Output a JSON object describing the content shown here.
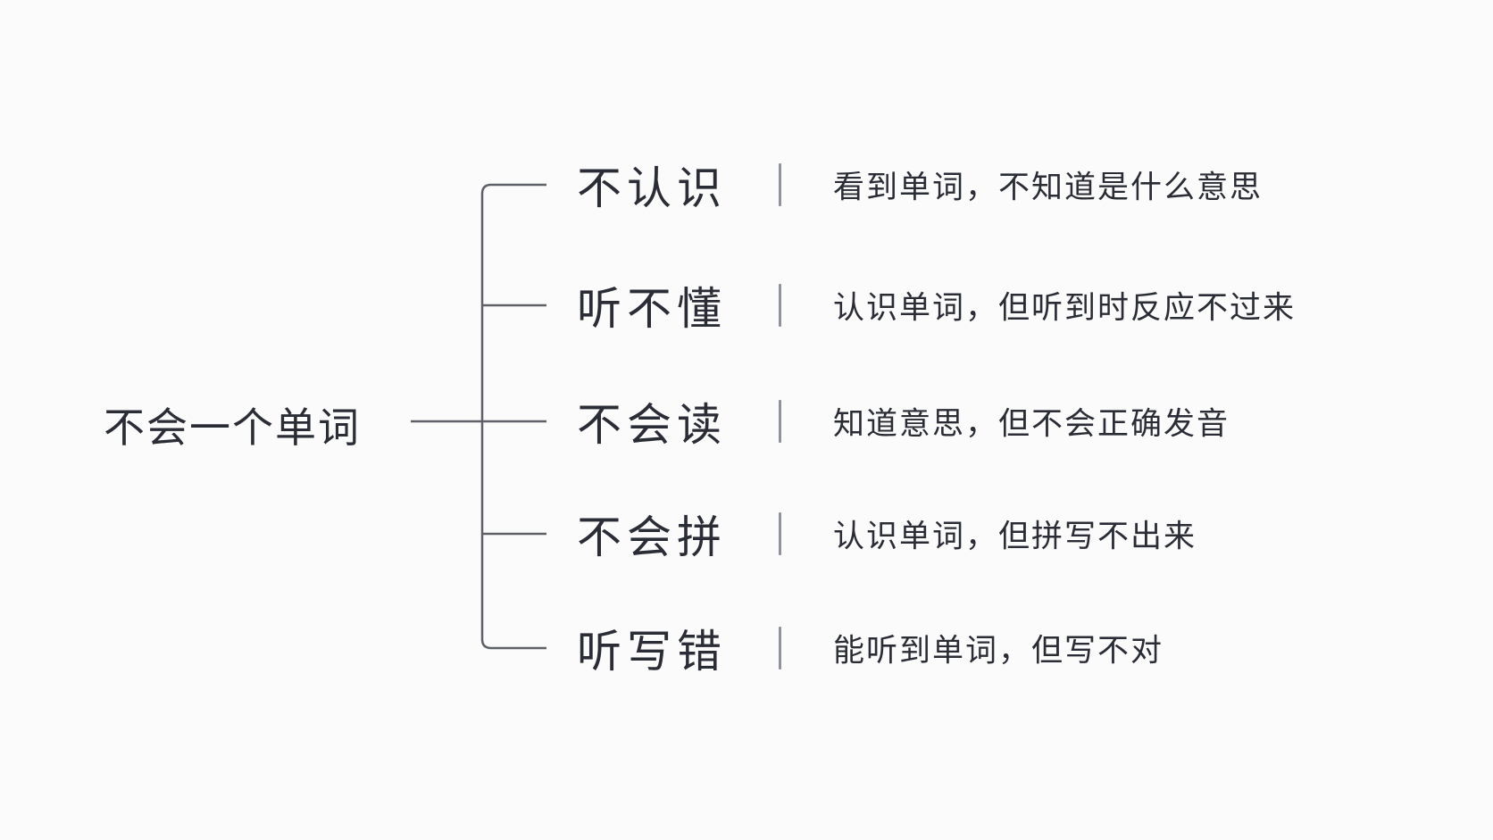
{
  "root": {
    "label": "不会一个单词"
  },
  "branches": [
    {
      "label": "不认识",
      "description": "看到单词，不知道是什么意思"
    },
    {
      "label": "听不懂",
      "description": "认识单词，但听到时反应不过来"
    },
    {
      "label": "不会读",
      "description": "知道意思，但不会正确发音"
    },
    {
      "label": "不会拼",
      "description": "认识单词，但拼写不出来"
    },
    {
      "label": "听写错",
      "description": "能听到单词，但写不对"
    }
  ],
  "colors": {
    "text": "#2b2d36",
    "connector": "#5e6168",
    "divider": "#8e929a",
    "background": "#fbfbfb"
  }
}
